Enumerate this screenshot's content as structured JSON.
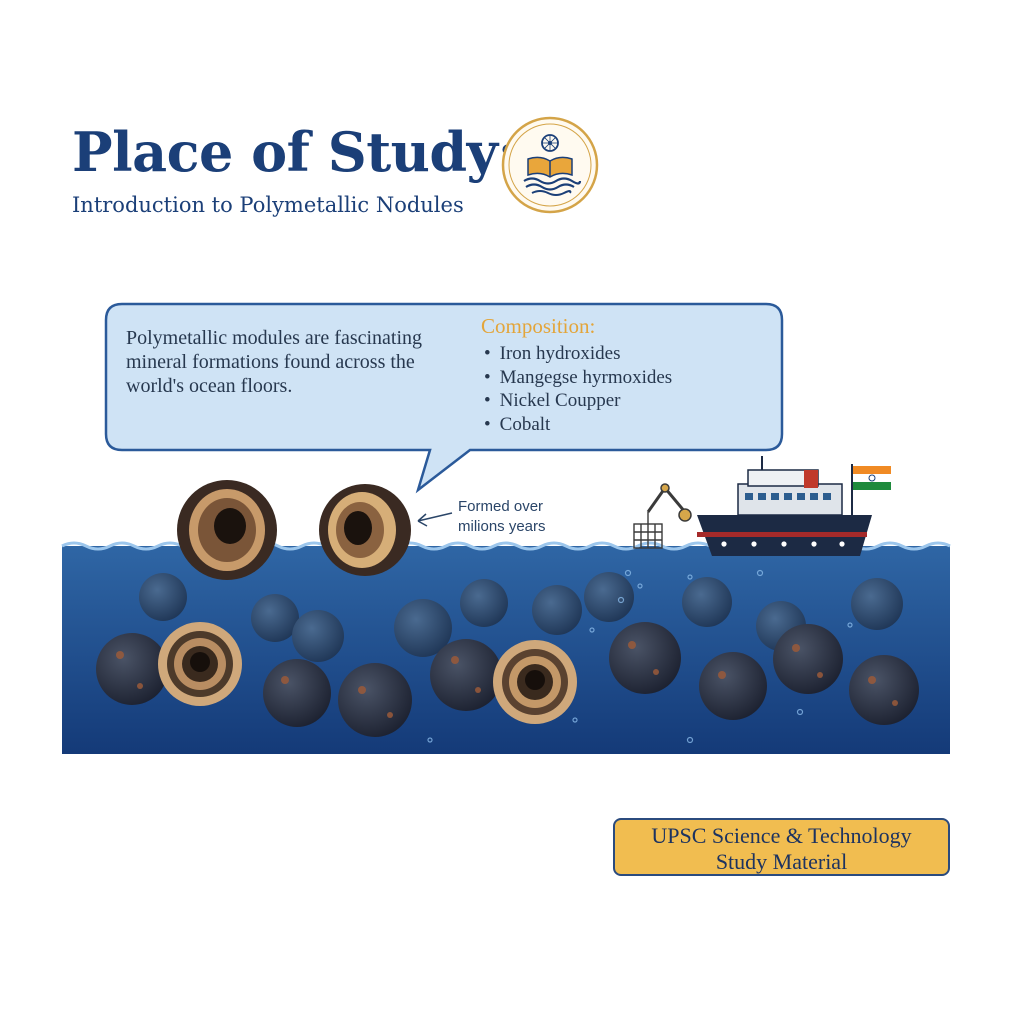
{
  "header": {
    "title": "Place of Study:",
    "subtitle": "Introduction to Polymetallic Nodules",
    "logo_icon": "emblem-book-waves-icon"
  },
  "callout": {
    "text": "Polymetallic modules are fascinating mineral formations found across the world's ocean floors.",
    "composition_title": "Composition:",
    "composition_items": [
      "Iron hydroxides",
      "Mangegse hyrmoxides",
      "Nickel Coupper",
      "Cobalt"
    ]
  },
  "annotation": {
    "formed_line1": "Formed over",
    "formed_line2": "milions years"
  },
  "footer": {
    "line1": "UPSC Science & Technology",
    "line2": "Study Material"
  },
  "colors": {
    "title": "#1b3f78",
    "accent_gold": "#e3a53a",
    "bubble_fill": "#cfe3f5",
    "bubble_stroke": "#2b5a9a",
    "ocean_top": "#2f66a5",
    "ocean_bottom": "#143a78",
    "badge_fill": "#f1bd50"
  }
}
